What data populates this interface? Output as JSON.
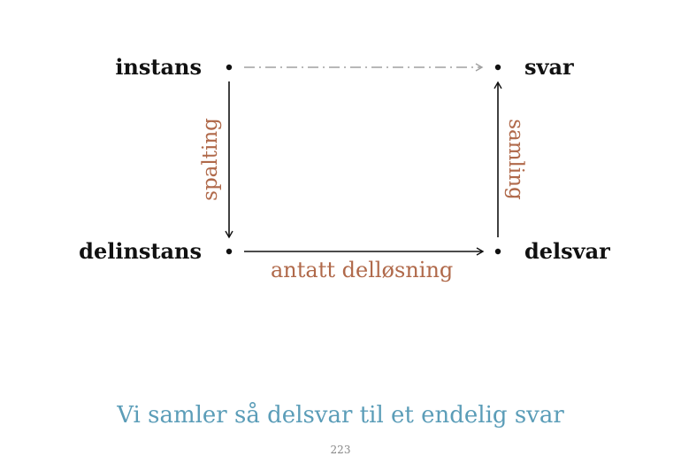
{
  "diagram": {
    "nodes": {
      "instans": "instans",
      "svar": "svar",
      "delinstans": "delinstans",
      "delsvar": "delsvar"
    },
    "edges": {
      "split": "spalting",
      "combine": "samling",
      "solve": "antatt delløsning"
    },
    "colors": {
      "node_text": "#111111",
      "edge_label": "#b0694a",
      "dashed_arrow": "#a0a0a0",
      "caption": "#5b9db8"
    }
  },
  "caption": "Vi samler så delsvar til et endelig svar",
  "page_number": "223"
}
